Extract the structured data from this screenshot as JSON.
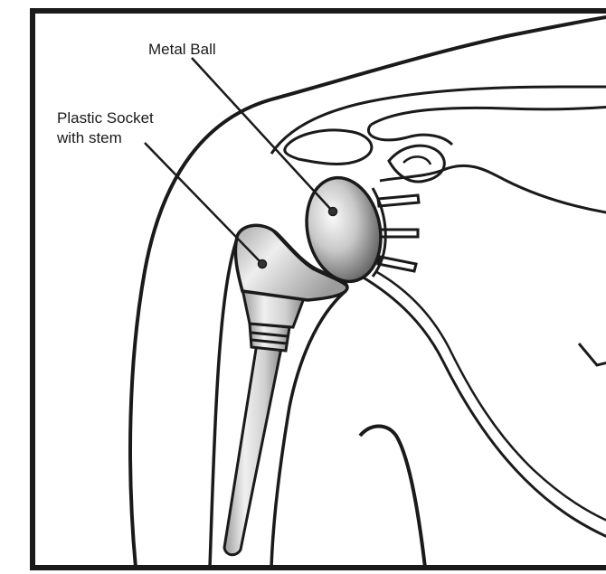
{
  "labels": {
    "metal_ball": "Metal Ball",
    "plastic_socket_line1": "Plastic Socket",
    "plastic_socket_line2": "with stem"
  },
  "colors": {
    "outline": "#1a1a1a",
    "metal_light": "#f2f2f2",
    "metal_dark": "#5a5a5a",
    "background": "#ffffff"
  }
}
